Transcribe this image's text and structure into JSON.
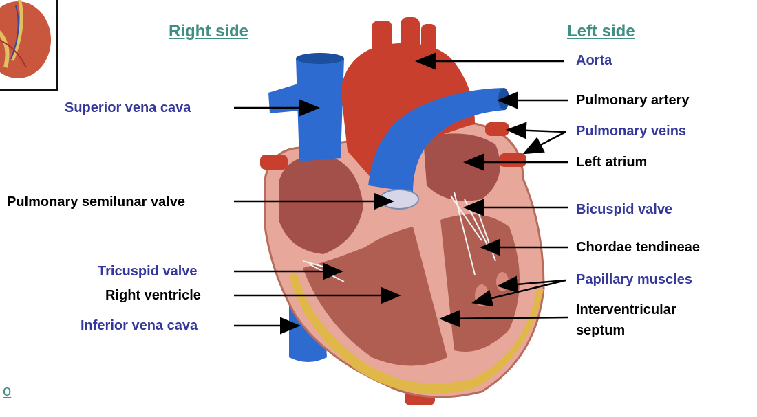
{
  "headers": {
    "right_side": "Right side",
    "left_side": "Left side"
  },
  "labels": {
    "superior_vena_cava": "Superior vena cava",
    "pulmonary_semilunar_valve": "Pulmonary semilunar valve",
    "tricuspid_valve": "Tricuspid valve",
    "right_ventricle": "Right ventricle",
    "inferior_vena_cava": "Inferior vena cava",
    "aorta": "Aorta",
    "pulmonary_artery": "Pulmonary artery",
    "pulmonary_veins": "Pulmonary veins",
    "left_atrium": "Left atrium",
    "bicuspid_valve": "Bicuspid valve",
    "chordae_tendineae": "Chordae tendineae",
    "papillary_muscles": "Papillary muscles",
    "interventricular_septum_line1": "Interventricular",
    "interventricular_septum_line2": "septum"
  },
  "corner_link": "o",
  "colors": {
    "header": "#3f8f84",
    "blue_label": "#34389b",
    "black_label": "#000000",
    "vessel_blue": "#2d6bd0",
    "vessel_red": "#c8402d",
    "muscle": "#e9a79b"
  }
}
